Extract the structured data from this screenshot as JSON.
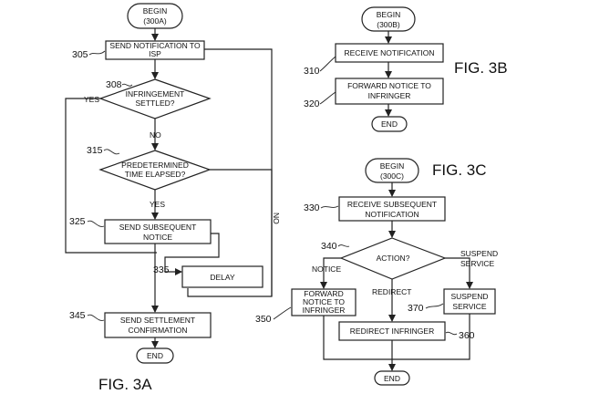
{
  "fig3a": {
    "caption": "FIG. 3A",
    "begin": [
      "BEGIN",
      "(300A)"
    ],
    "send_notification": [
      "SEND NOTIFICATION TO",
      "ISP"
    ],
    "ref_305": "305",
    "infringement_settled": [
      "INFRINGEMENT",
      "SETTLED?"
    ],
    "ref_308": "308",
    "yes_label": "YES",
    "no_label": "NO",
    "predetermined_time": [
      "PREDETERMINED",
      "TIME ELAPSED?"
    ],
    "ref_315": "315",
    "yes_label_2": "YES",
    "no_label_2": "NO",
    "send_subsequent": [
      "SEND SUBSEQUENT",
      "NOTICE"
    ],
    "ref_325": "325",
    "delay": "DELAY",
    "ref_335": "335",
    "send_settlement": [
      "SEND SETTLEMENT",
      "CONFIRMATION"
    ],
    "ref_345": "345",
    "end": "END"
  },
  "fig3b": {
    "caption": "FIG. 3B",
    "begin": [
      "BEGIN",
      "(300B)"
    ],
    "receive_notification": "RECEIVE NOTIFICATION",
    "ref_310": "310",
    "forward_notice": [
      "FORWARD NOTICE TO",
      "INFRINGER"
    ],
    "ref_320": "320",
    "end": "END"
  },
  "fig3c": {
    "caption": "FIG. 3C",
    "begin": [
      "BEGIN",
      "(300C)"
    ],
    "receive_subsequent": [
      "RECEIVE SUBSEQUENT",
      "NOTIFICATION"
    ],
    "ref_330": "330",
    "action": "ACTION?",
    "ref_340": "340",
    "notice_label": "NOTICE",
    "redirect_label": "REDIRECT",
    "suspend_label": [
      "SUSPEND",
      "SERVICE"
    ],
    "forward_notice": [
      "FORWARD",
      "NOTICE TO",
      "INFRINGER"
    ],
    "ref_350": "350",
    "suspend_service": [
      "SUSPEND",
      "SERVICE"
    ],
    "ref_370": "370",
    "redirect_infringer": "REDIRECT INFRINGER",
    "ref_360": "360",
    "end": "END"
  }
}
